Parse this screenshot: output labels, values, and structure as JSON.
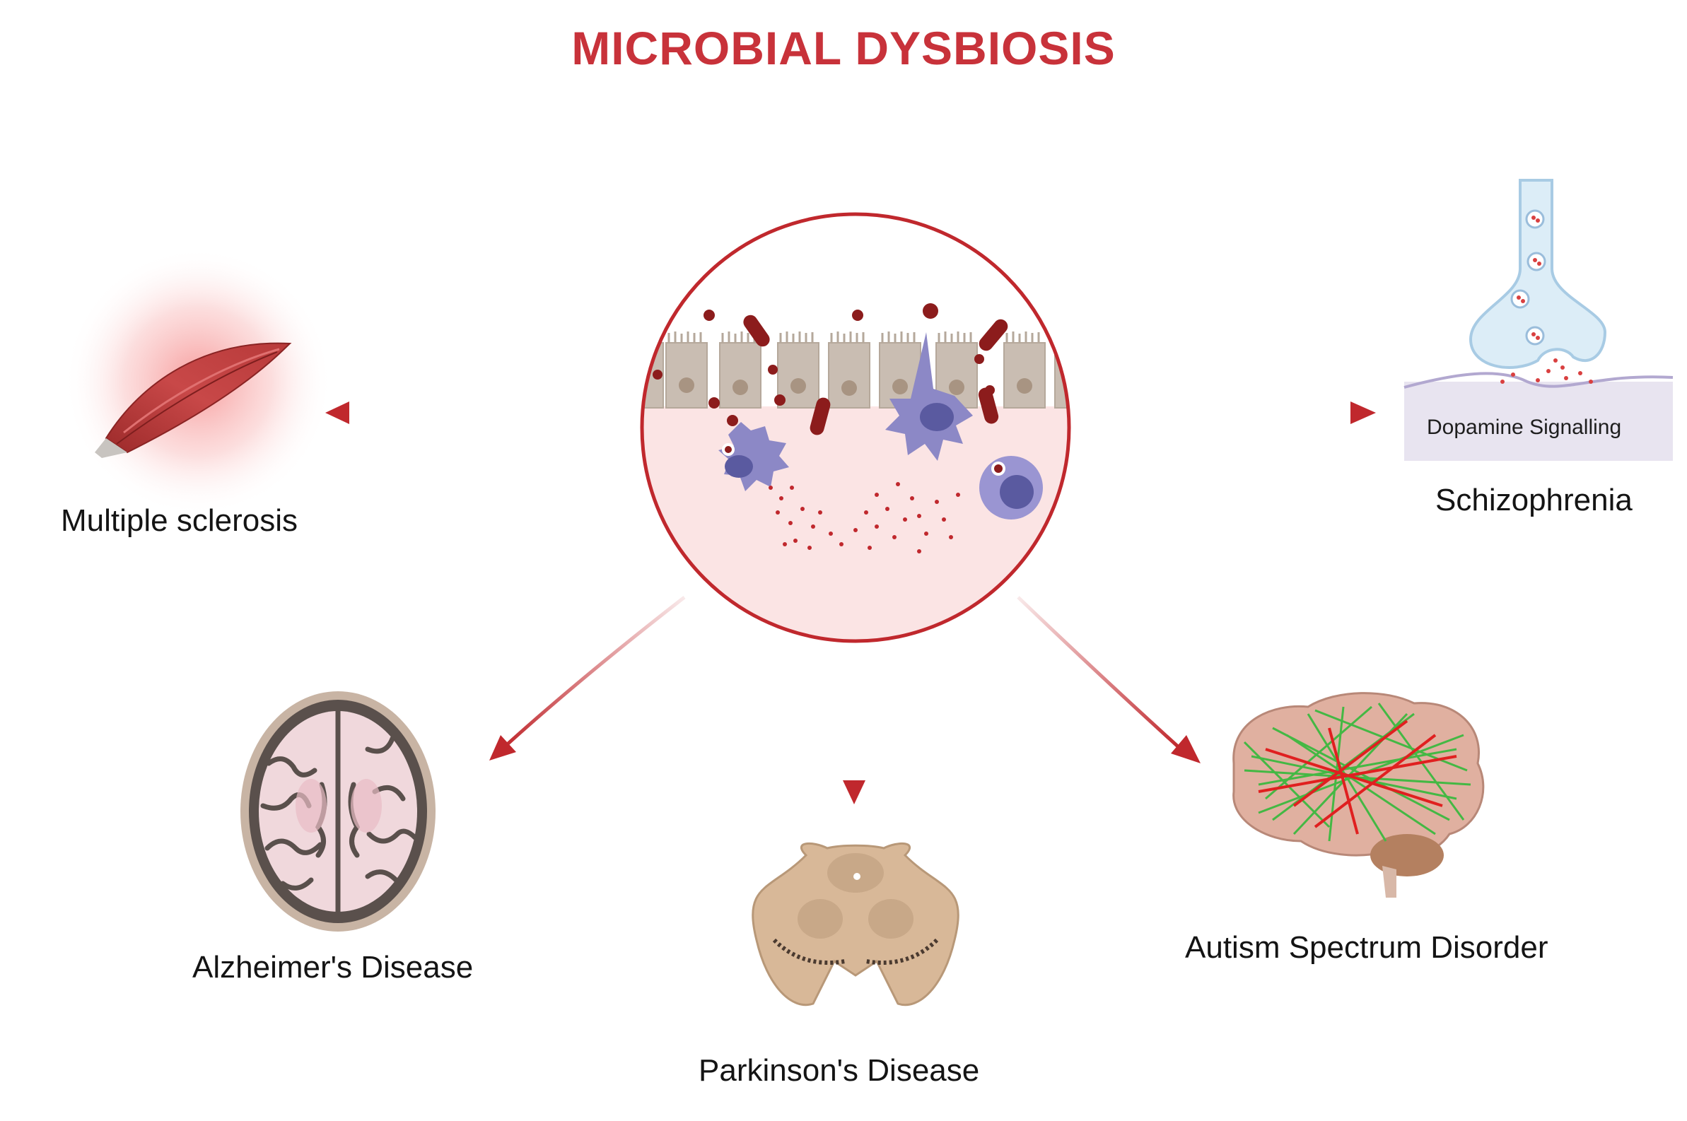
{
  "title": "MICROBIAL DYSBIOSIS",
  "labels": {
    "ms": "Multiple sclerosis",
    "schizophrenia": "Schizophrenia",
    "dopamine": "Dopamine Signalling",
    "alzheimers": "Alzheimer's Disease",
    "parkinsons": "Parkinson's Disease",
    "autism": "Autism Spectrum Disorder"
  },
  "colors": {
    "accent": "#c0282d",
    "title": "#c8323a",
    "tissue": "#c9bdb2",
    "immune": "#8c88c6",
    "bacteria": "#8c1c1c",
    "lumen": "#fbe4e4"
  }
}
